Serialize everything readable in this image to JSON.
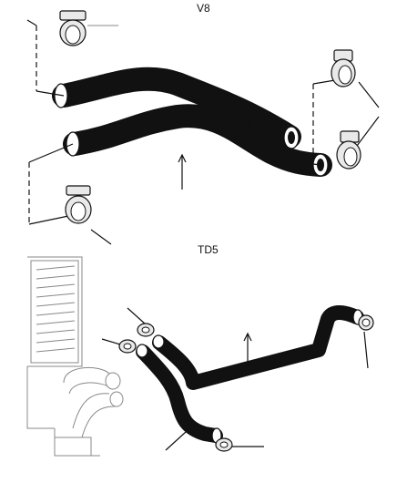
{
  "labels": {
    "top_section": "V8",
    "bottom_section": "TD5"
  },
  "icons": {
    "hose": "hose-outline",
    "clamp": "hose-clip",
    "heater": "heater-matrix"
  }
}
